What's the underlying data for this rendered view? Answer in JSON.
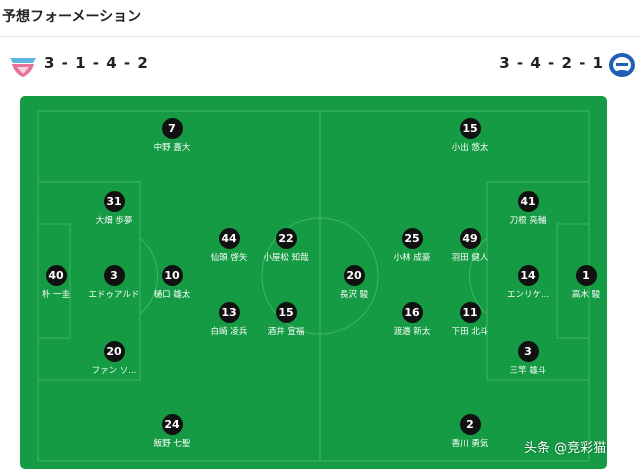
{
  "page": {
    "title": "予想フォーメーション"
  },
  "home": {
    "formation": "3 - 1 - 4 - 2"
  },
  "away": {
    "formation": "3 - 4 - 2 - 1"
  },
  "players": {
    "h7": {
      "number": "7",
      "name": "中野 嘉大"
    },
    "h31": {
      "number": "31",
      "name": "大畑 歩夢"
    },
    "h40": {
      "number": "40",
      "name": "朴 一圭"
    },
    "h3": {
      "number": "3",
      "name": "エドゥアルド"
    },
    "h20": {
      "number": "20",
      "name": "ファン ソ..."
    },
    "h10": {
      "number": "10",
      "name": "樋口 雄太"
    },
    "h44": {
      "number": "44",
      "name": "仙頭 啓矢"
    },
    "h22": {
      "number": "22",
      "name": "小屋松 知哉"
    },
    "h13": {
      "number": "13",
      "name": "白崎 凌兵"
    },
    "h15": {
      "number": "15",
      "name": "酒井 宣福"
    },
    "h24": {
      "number": "24",
      "name": "飯野 七聖"
    },
    "a20": {
      "number": "20",
      "name": "長沢 駿"
    },
    "a15": {
      "number": "15",
      "name": "小出 悠太"
    },
    "a25": {
      "number": "25",
      "name": "小林 成豪"
    },
    "a49": {
      "number": "49",
      "name": "羽田 健人"
    },
    "a16": {
      "number": "16",
      "name": "渡邉 新太"
    },
    "a11": {
      "number": "11",
      "name": "下田 北斗"
    },
    "a41": {
      "number": "41",
      "name": "刀根 亮輔"
    },
    "a14": {
      "number": "14",
      "name": "エンリケ..."
    },
    "a1": {
      "number": "1",
      "name": "高木 駿"
    },
    "a3": {
      "number": "3",
      "name": "三竿 雄斗"
    },
    "a2": {
      "number": "2",
      "name": "香川 勇気"
    }
  },
  "watermark": {
    "text": "头条 @竞彩猫"
  },
  "colors": {
    "pitch": "#149b44",
    "lines": "#3fb466",
    "badge": "#111111"
  }
}
